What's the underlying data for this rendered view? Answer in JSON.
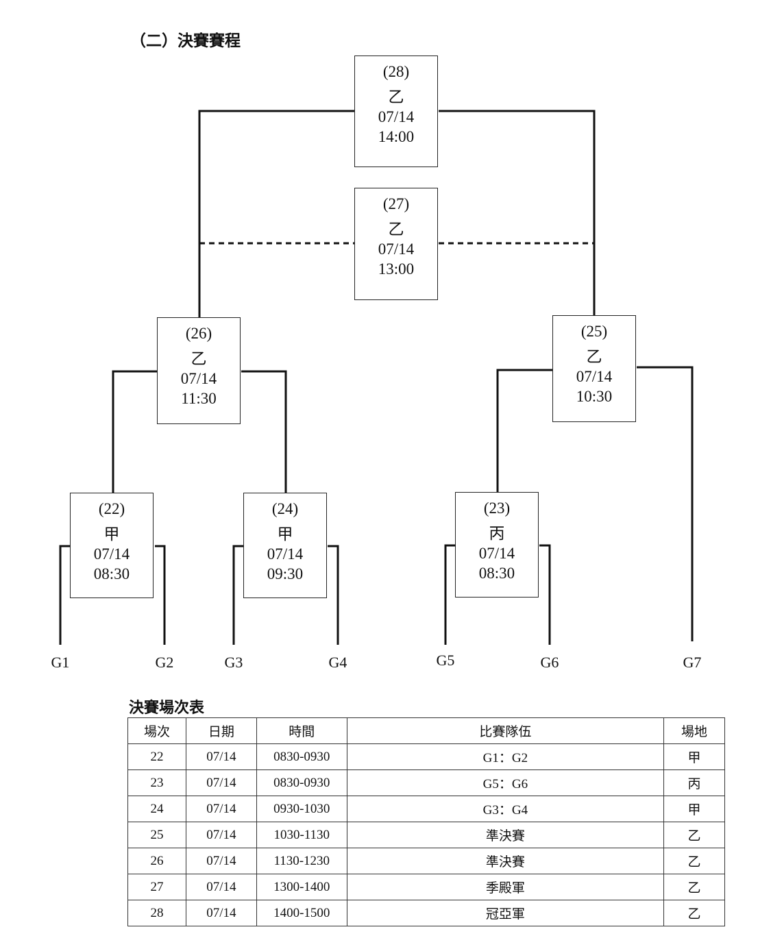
{
  "section_title": "（二）決賽賽程",
  "matches": [
    {
      "id": "m28",
      "num": "(28)",
      "venue": "乙",
      "date": "07/14",
      "time": "14:00"
    },
    {
      "id": "m27",
      "num": "(27)",
      "venue": "乙",
      "date": "07/14",
      "time": "13:00"
    },
    {
      "id": "m26",
      "num": "(26)",
      "venue": "乙",
      "date": "07/14",
      "time": "11:30"
    },
    {
      "id": "m25",
      "num": "(25)",
      "venue": "乙",
      "date": "07/14",
      "time": "10:30"
    },
    {
      "id": "m22",
      "num": "(22)",
      "venue": "甲",
      "date": "07/14",
      "time": "08:30"
    },
    {
      "id": "m24",
      "num": "(24)",
      "venue": "甲",
      "date": "07/14",
      "time": "09:30"
    },
    {
      "id": "m23",
      "num": "(23)",
      "venue": "丙",
      "date": "07/14",
      "time": "08:30"
    }
  ],
  "groups": [
    "G1",
    "G2",
    "G3",
    "G4",
    "G5",
    "G6",
    "G7"
  ],
  "table": {
    "title": "決賽場次表",
    "headers": [
      "場次",
      "日期",
      "時間",
      "比賽隊伍",
      "場地"
    ],
    "rows": [
      [
        "22",
        "07/14",
        "0830-0930",
        "G1：G2",
        "甲"
      ],
      [
        "23",
        "07/14",
        "0830-0930",
        "G5：G6",
        "丙"
      ],
      [
        "24",
        "07/14",
        "0930-1030",
        "G3：G4",
        "甲"
      ],
      [
        "25",
        "07/14",
        "1030-1130",
        "準決賽",
        "乙"
      ],
      [
        "26",
        "07/14",
        "1130-1230",
        "準決賽",
        "乙"
      ],
      [
        "27",
        "07/14",
        "1300-1400",
        "季殿軍",
        "乙"
      ],
      [
        "28",
        "07/14",
        "1400-1500",
        "冠亞軍",
        "乙"
      ]
    ]
  }
}
